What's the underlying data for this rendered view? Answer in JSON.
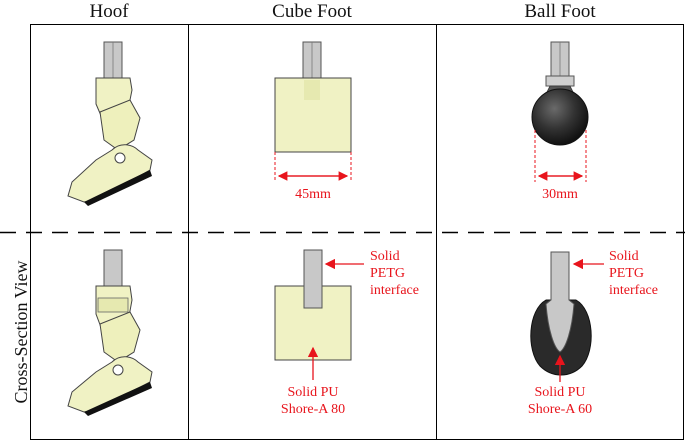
{
  "headers": {
    "col1": "Hoof",
    "col2": "Cube Foot",
    "col3": "Ball Foot"
  },
  "row_label": "Cross-Section View",
  "dimensions": {
    "cube": "45mm",
    "ball": "30mm"
  },
  "annotations": {
    "cube_interface": [
      "Solid",
      "PETG",
      "interface"
    ],
    "cube_body": [
      "Solid PU",
      "Shore-A 80"
    ],
    "ball_interface": [
      "Solid",
      "PETG",
      "interface"
    ],
    "ball_body": [
      "Solid PU",
      "Shore-A 60"
    ]
  },
  "colors": {
    "pla_yellow": "#f0f2c4",
    "dark_rubber": "#2a2a2a",
    "grey_shaft": "#c8c8c8",
    "annotation_red": "#e8141c",
    "grid_line": "#000000"
  }
}
